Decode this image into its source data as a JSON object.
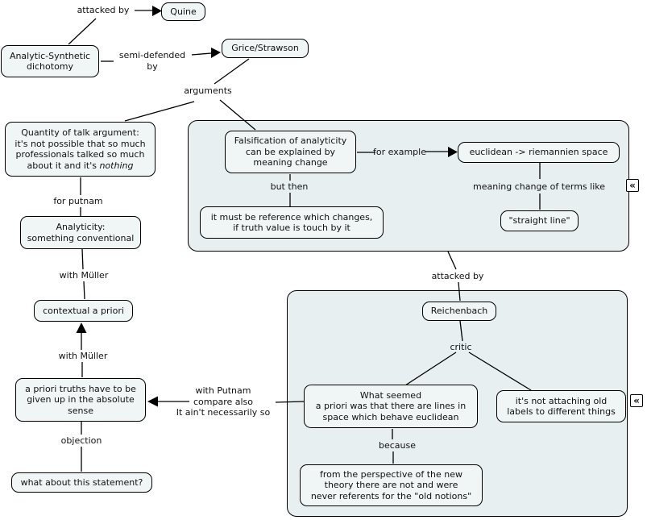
{
  "colors": {
    "background": "#ffffff",
    "node_fill": "#f0f5f6",
    "panel_fill": "#e8eff1",
    "border": "#000000",
    "text": "#111111"
  },
  "nodes": {
    "quine": "Quine",
    "analytic_synthetic": "Analytic-Synthetic\ndichotomy",
    "grice_strawson": "Grice/Strawson",
    "quantity_of_talk_main": "Quantity of talk argument:\nit's not possible that so much\nprofessionals talked so much\nabout it and it's ",
    "quantity_of_talk_italic": "nothing",
    "analyticity_conventional": "Analyticity:\nsomething conventional",
    "contextual_a_priori": "contextual a priori",
    "a_priori_truths": "a priori truths have to be\ngiven up in the absolute\nsense",
    "what_about_statement": "what about this statement?",
    "falsification": "Falsification of analyticity\ncan be explained by\nmeaning change",
    "reference_changes": "it must be reference which changes,\nif truth value is touch by it",
    "euclidean_riemannien": "euclidean -> riemannien space",
    "straight_line": "\"straight line\"",
    "reichenbach": "Reichenbach",
    "what_seemed": "What seemed\na priori was that there are lines in\nspace which behave euclidean",
    "not_attaching_labels": "it's not attaching old\nlabels to different things",
    "perspective_new_theory": "from the perspective of the new\ntheory there are not and were\nnever referents for the \"old notions\""
  },
  "edge_labels": {
    "attacked_by_top": "attacked by",
    "semi_defended_by": "semi-defended\nby",
    "arguments": "arguments",
    "for_putnam": "for putnam",
    "with_muller_1": "with Müller",
    "with_muller_2": "with Müller",
    "objection": "objection",
    "with_putnam": "with Putnam\ncompare also\nIt ain't necessarily so",
    "but_then": "but then",
    "for_example": "for example",
    "meaning_change_terms": "meaning change of terms like",
    "attacked_by_2": "attacked by",
    "critic": "critic",
    "because": "because"
  },
  "controls": {
    "collapse_glyph": "«"
  }
}
